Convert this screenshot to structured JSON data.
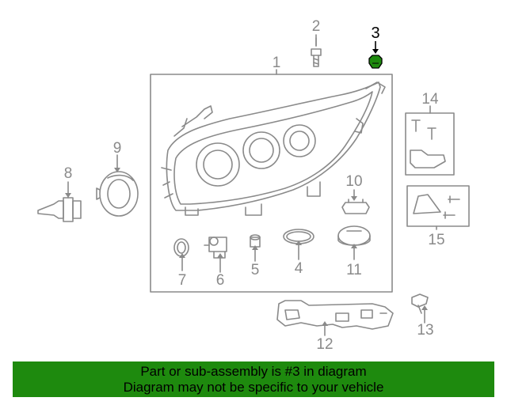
{
  "diagram": {
    "callouts": [
      {
        "id": "1",
        "label": "1"
      },
      {
        "id": "2",
        "label": "2"
      },
      {
        "id": "3",
        "label": "3",
        "highlighted": true
      },
      {
        "id": "4",
        "label": "4"
      },
      {
        "id": "5",
        "label": "5"
      },
      {
        "id": "6",
        "label": "6"
      },
      {
        "id": "7",
        "label": "7"
      },
      {
        "id": "8",
        "label": "8"
      },
      {
        "id": "9",
        "label": "9"
      },
      {
        "id": "10",
        "label": "10"
      },
      {
        "id": "11",
        "label": "11"
      },
      {
        "id": "12",
        "label": "12"
      },
      {
        "id": "13",
        "label": "13"
      },
      {
        "id": "14",
        "label": "14"
      },
      {
        "id": "15",
        "label": "15"
      }
    ],
    "colors": {
      "line": "#8a8a8a",
      "highlight_part": "#1e8a0e",
      "banner": "#1e8a0e"
    }
  },
  "banner": {
    "line1": "Part or sub-assembly is #3 in diagram",
    "line2": "Diagram may not be specific to your vehicle"
  }
}
